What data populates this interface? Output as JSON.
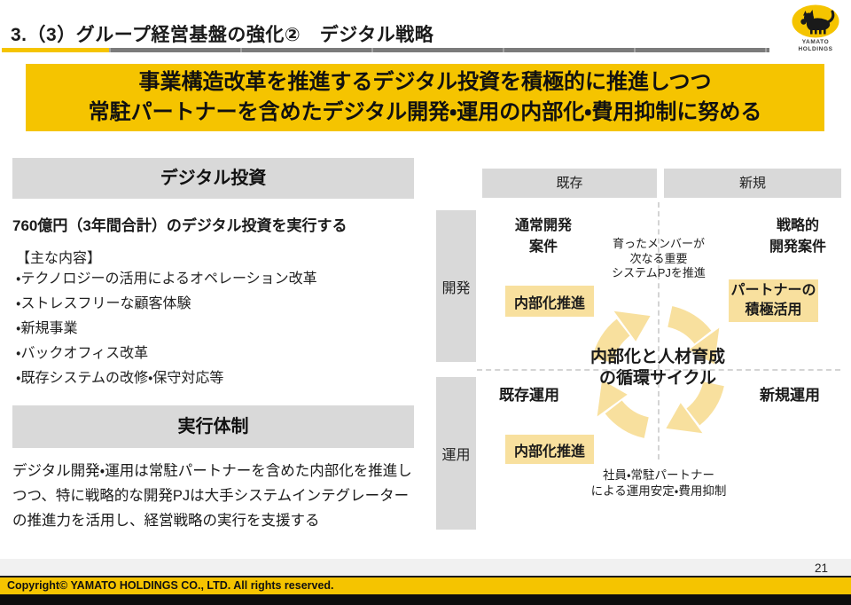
{
  "header": {
    "title": "3.（3）グループ経営基盤の強化②　デジタル戦略",
    "logo": {
      "line1": "YAMATO",
      "line2": "HOLDINGS"
    }
  },
  "banner": {
    "line1": "事業構造改革を推進するデジタル投資を積極的に推進しつつ",
    "line2": "常駐パートナーを含めたデジタル開発・運用の内部化・費用抑制に努める"
  },
  "investment": {
    "heading": "デジタル投資",
    "lead": "760億円（3年間合計）のデジタル投資を実行する",
    "list_title": "【主な内容】",
    "items": [
      "・テクノロジーの活用によるオペレーション改革",
      "・ストレスフリーな顧客体験",
      "・新規事業",
      "・バックオフィス改革",
      "・既存システムの改修・保守対応等"
    ]
  },
  "execution": {
    "heading": "実行体制",
    "body": "デジタル開発・運用は常駐パートナーを含めた内部化を推進しつつ、特に戦略的な開発PJは大手システムインテグレーターの推進力を活用し、経営戦略の実行を支援する"
  },
  "diagram": {
    "col_existing": "既存",
    "col_new": "新規",
    "row_dev": "開発",
    "row_ops": "運用",
    "dev_existing": "通常開発\n案件",
    "dev_new": "戦略的\n開発案件",
    "top_note": "育ったメンバーが\n次なる重要\nシステムPJを推進",
    "badge_dev": "内部化推進",
    "badge_partner": "パートナーの\n積極活用",
    "badge_ops": "内部化推進",
    "center": "内部化と人材育成\nの循環サイクル",
    "ops_existing": "既存運用",
    "ops_new": "新規運用",
    "bottom_note": "社員・常駐パートナー\nによる運用安定・費用抑制"
  },
  "footer": {
    "copyright": "Copyright© YAMATO HOLDINGS CO., LTD. All rights reserved.",
    "page_number": "21"
  },
  "colors": {
    "brand_yellow": "#F5C400",
    "highlight_yellow": "#F8E09E",
    "bar_gray": "#D9D9D9",
    "footer_black": "#0D0D0D"
  }
}
